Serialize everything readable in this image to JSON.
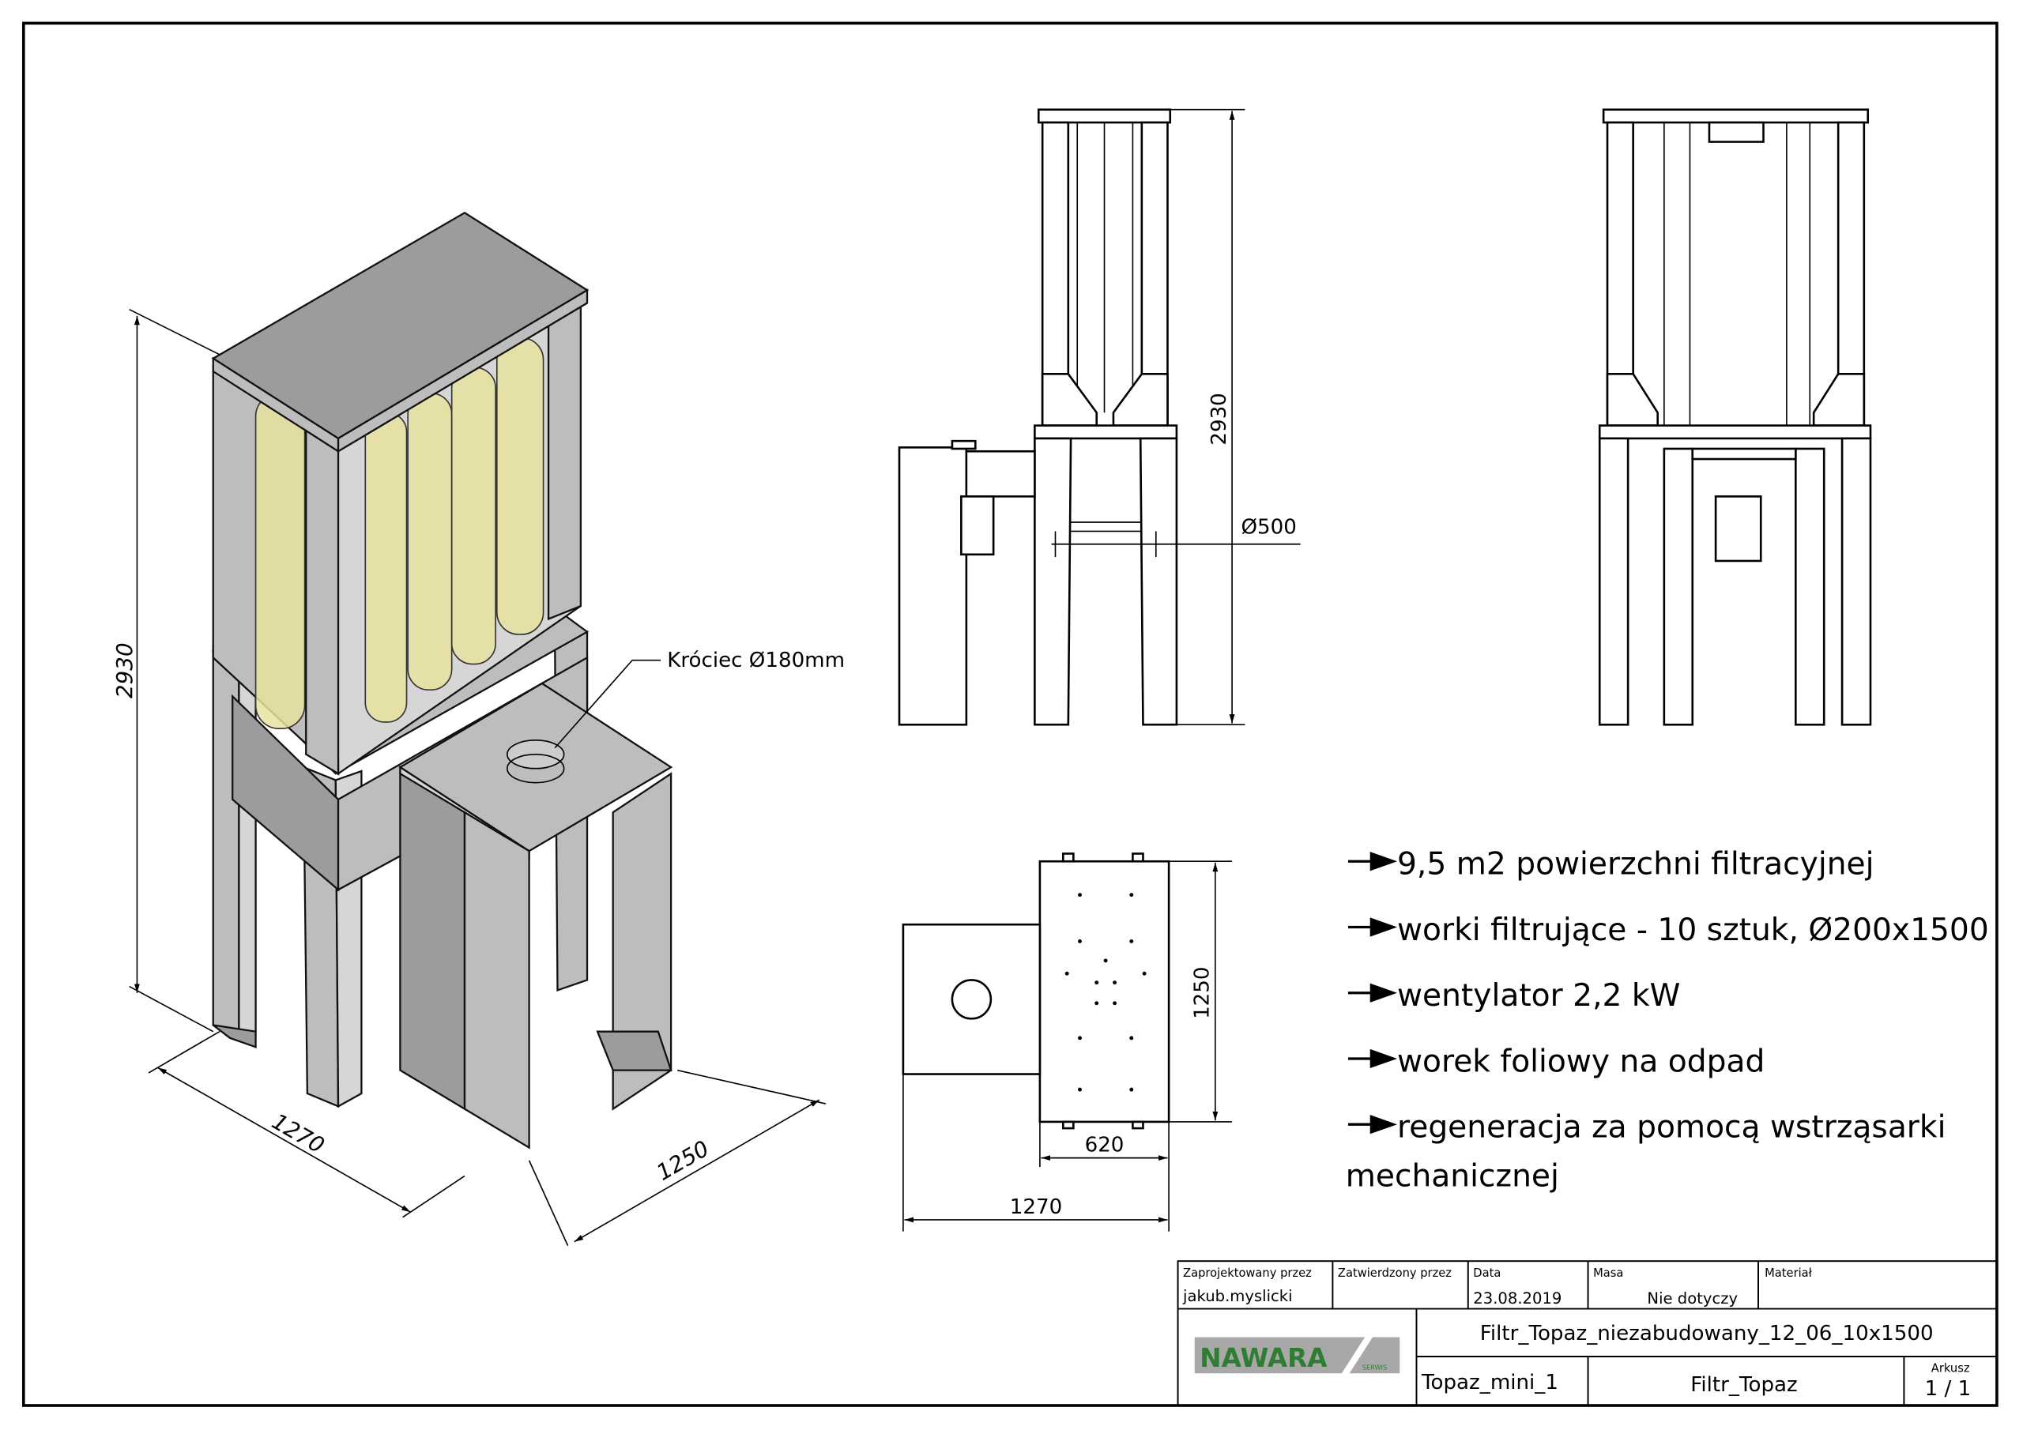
{
  "isometric_view": {
    "dim_height": "2930",
    "dim_width": "1270",
    "dim_depth": "1250",
    "callout": "Króciec Ø180mm"
  },
  "front_view": {
    "dim_height": "2930",
    "dim_diameter": "Ø500"
  },
  "top_view": {
    "dim_depth": "1250",
    "dim_inner": "620",
    "dim_width": "1270"
  },
  "features": [
    "9,5 m2 powierzchni filtracyjnej",
    "worki filtrujące  - 10 sztuk, Ø200x1500",
    "wentylator 2,2 kW",
    "worek foliowy na odpad",
    "regeneracja za pomocą wstrząsarki",
    "mechanicznej"
  ],
  "title_block": {
    "designed_by_label": "Zaprojektowany przez",
    "designed_by": "jakub.myslicki",
    "approved_by_label": "Zatwierdzony przez",
    "date_label": "Data",
    "date": "23.08.2019",
    "mass_label": "Masa",
    "mass": "Nie dotyczy",
    "material_label": "Materiał",
    "title": "Filtr_Topaz_niezabudowany_12_06_10x1500",
    "drawing_number": "Topaz_mini_1",
    "name": "Filtr_Topaz",
    "sheet_label": "Arkusz",
    "sheet": "1 / 1",
    "logo_text": "NAWARA",
    "logo_sub": "SERWIS",
    "logo_color": "#2e7d32"
  }
}
